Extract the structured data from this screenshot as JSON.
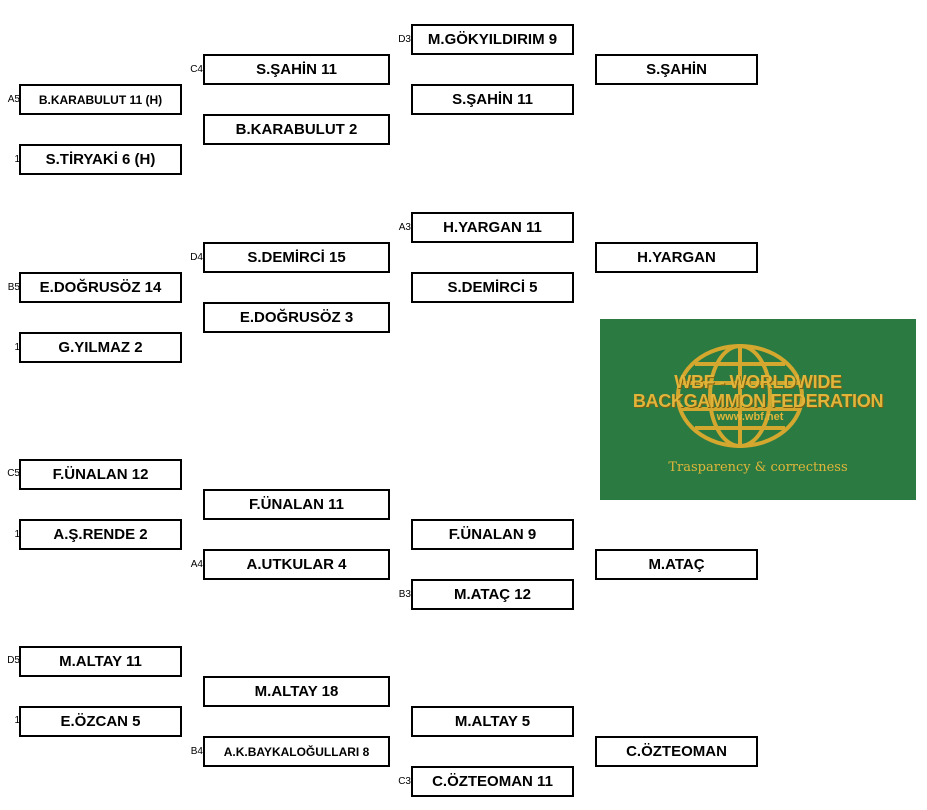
{
  "bracket": {
    "round1": [
      {
        "label": "B.KARABULUT  11  (H)",
        "seed": "A5"
      },
      {
        "label": "S.TİRYAKİ  6  (H)",
        "seed": "1"
      },
      {
        "label": "E.DOĞRUSÖZ  14",
        "seed": "B5"
      },
      {
        "label": "G.YILMAZ  2",
        "seed": "1"
      },
      {
        "label": "F.ÜNALAN  12",
        "seed": "C5"
      },
      {
        "label": "A.Ş.RENDE  2",
        "seed": "1"
      },
      {
        "label": "M.ALTAY  11",
        "seed": "D5"
      },
      {
        "label": "E.ÖZCAN  5",
        "seed": "1"
      }
    ],
    "round2": [
      {
        "label": "S.ŞAHİN  11",
        "seed": "C4"
      },
      {
        "label": "B.KARABULUT  2",
        "seed": ""
      },
      {
        "label": "S.DEMİRCİ  15",
        "seed": "D4"
      },
      {
        "label": "E.DOĞRUSÖZ  3",
        "seed": ""
      },
      {
        "label": "F.ÜNALAN  11",
        "seed": ""
      },
      {
        "label": "A.UTKULAR  4",
        "seed": "A4"
      },
      {
        "label": "M.ALTAY  18",
        "seed": ""
      },
      {
        "label": "A.K.BAYKALOĞULLARI  8",
        "seed": "B4"
      }
    ],
    "round3": [
      {
        "label": "M.GÖKYILDIRIM  9",
        "seed": "D3"
      },
      {
        "label": "S.ŞAHİN  11",
        "seed": ""
      },
      {
        "label": "H.YARGAN  11",
        "seed": "A3"
      },
      {
        "label": "S.DEMİRCİ  5",
        "seed": ""
      },
      {
        "label": "F.ÜNALAN  9",
        "seed": ""
      },
      {
        "label": "M.ATAÇ  12",
        "seed": "B3"
      },
      {
        "label": "M.ALTAY  5",
        "seed": ""
      },
      {
        "label": "C.ÖZTEOMAN  11",
        "seed": "C3"
      }
    ],
    "winners": [
      {
        "label": "S.ŞAHİN"
      },
      {
        "label": "H.YARGAN"
      },
      {
        "label": "M.ATAÇ"
      },
      {
        "label": "C.ÖZTEOMAN"
      }
    ]
  },
  "logo": {
    "icon": "globe-icon",
    "line1": "WBF - WORLDWIDE",
    "line2": "BACKGAMMON FEDERATION",
    "url": "www.wbf.net",
    "tagline": "Trasparency & correctness",
    "background": "#2b7a42",
    "gold": "#e0b53a"
  }
}
